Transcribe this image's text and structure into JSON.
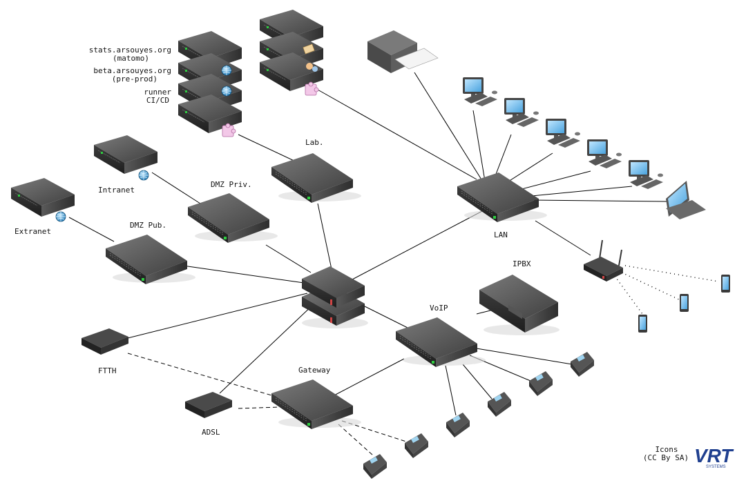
{
  "labels": {
    "stats": "stats.arsouyes.org",
    "matomo": "(matomo)",
    "beta": "beta.arsouyes.org",
    "preprod": "(pre-prod)",
    "runner": "runner",
    "cicd": "CI/CD",
    "lab": "Lab.",
    "intranet": "Intranet",
    "dmz_priv": "DMZ Priv.",
    "extranet": "Extranet",
    "dmz_pub": "DMZ Pub.",
    "lan": "LAN",
    "ipbx": "IPBX",
    "voip": "VoIP",
    "ftth": "FTTH",
    "gateway": "Gateway",
    "adsl": "ADSL",
    "icons": "Icons",
    "license": "(CC By SA)"
  },
  "logo": {
    "text": "VRT",
    "subtext": "SYSTEMS",
    "color": "#1f3f8f"
  },
  "colors": {
    "device_dark": "#3a3a3a",
    "device_light": "#6a6a6a",
    "led": "#2ecc40",
    "globe": "#3aa0d8",
    "link": "#000000"
  }
}
